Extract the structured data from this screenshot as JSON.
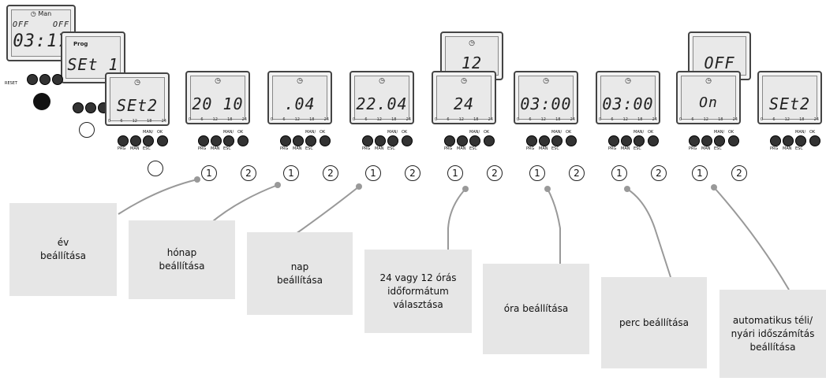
{
  "top_stack": {
    "display_main_mode": "Man",
    "display_main_left": "OFF",
    "display_main_right": "OFF",
    "display_main_time": "03:17",
    "display_prog_label": "Prog",
    "display_prog_text": "SEt 1",
    "reset_label": "RESET"
  },
  "displays": [
    {
      "text": "SEt2"
    },
    {
      "text": "20 10"
    },
    {
      "text": ".04"
    },
    {
      "text": "22.04"
    },
    {
      "text": "24"
    },
    {
      "text": "03:00"
    },
    {
      "text": "03:00"
    },
    {
      "text": "On"
    },
    {
      "text": "SEt2"
    }
  ],
  "popups": [
    {
      "text": "12"
    },
    {
      "text": "OFF"
    }
  ],
  "scale": [
    "0",
    "6",
    "12",
    "18",
    "24"
  ],
  "button_labels": {
    "prg": "PRG",
    "man": "MAN",
    "manesc": "MAN/",
    "esc": "ESC",
    "ok": "OK"
  },
  "step_numbers": {
    "one": "1",
    "two": "2"
  },
  "labels": [
    {
      "text": "év\nbeállítása"
    },
    {
      "text": "hónap\nbeállítása"
    },
    {
      "text": "nap\nbeállítása"
    },
    {
      "text": "24 vagy 12 órás\nidőformátum\nválasztása"
    },
    {
      "text": "óra beállítása"
    },
    {
      "text": "perc beállítása"
    },
    {
      "text": "automatikus téli/\nnyári időszámítás\nbeállítása"
    }
  ]
}
